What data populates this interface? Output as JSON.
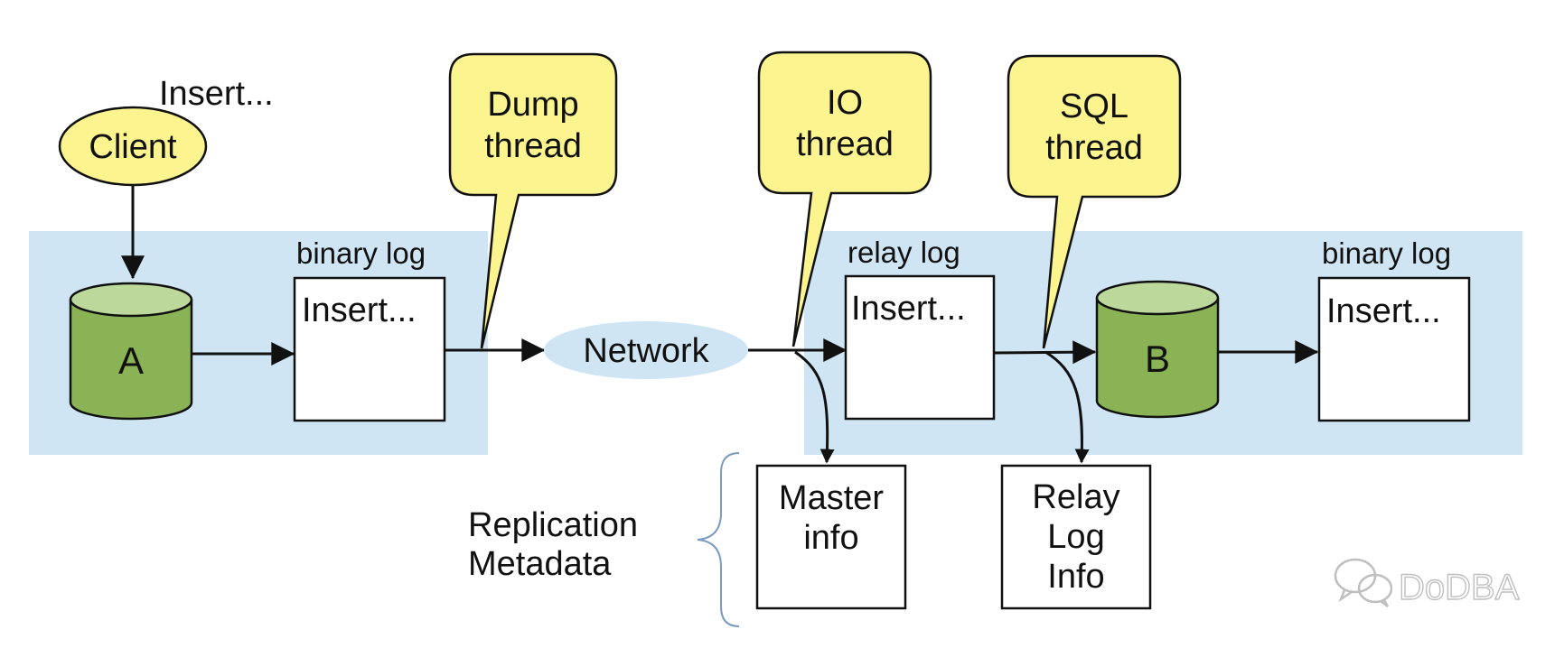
{
  "colors": {
    "panel": "#cfe5f3",
    "network": "#cfe5f3",
    "callout": "#fbf48f",
    "db_body": "#8ab356",
    "db_top": "#bcd99b",
    "stroke": "#111111",
    "brace": "#7a9ac0",
    "watermark": "#b4b4b4"
  },
  "client": {
    "label": "Client",
    "action": "Insert..."
  },
  "master": {
    "db_label": "A",
    "log_label": "binary log",
    "log_entry": "Insert..."
  },
  "threads": {
    "dump": {
      "line1": "Dump",
      "line2": "thread"
    },
    "io": {
      "line1": "IO",
      "line2": "thread"
    },
    "sql": {
      "line1": "SQL",
      "line2": "thread"
    }
  },
  "network": {
    "label": "Network"
  },
  "slave": {
    "relay_log_label": "relay log",
    "relay_log_entry": "Insert...",
    "db_label": "B",
    "binlog_label": "binary log",
    "binlog_entry": "Insert..."
  },
  "metadata": {
    "title_line1": "Replication",
    "title_line2": "Metadata",
    "master_info": {
      "line1": "Master",
      "line2": "info"
    },
    "relay_log_info": {
      "line1": "Relay",
      "line2": "Log",
      "line3": "Info"
    }
  },
  "watermark": {
    "text": "DoDBA",
    "icon": "wechat-icon"
  }
}
